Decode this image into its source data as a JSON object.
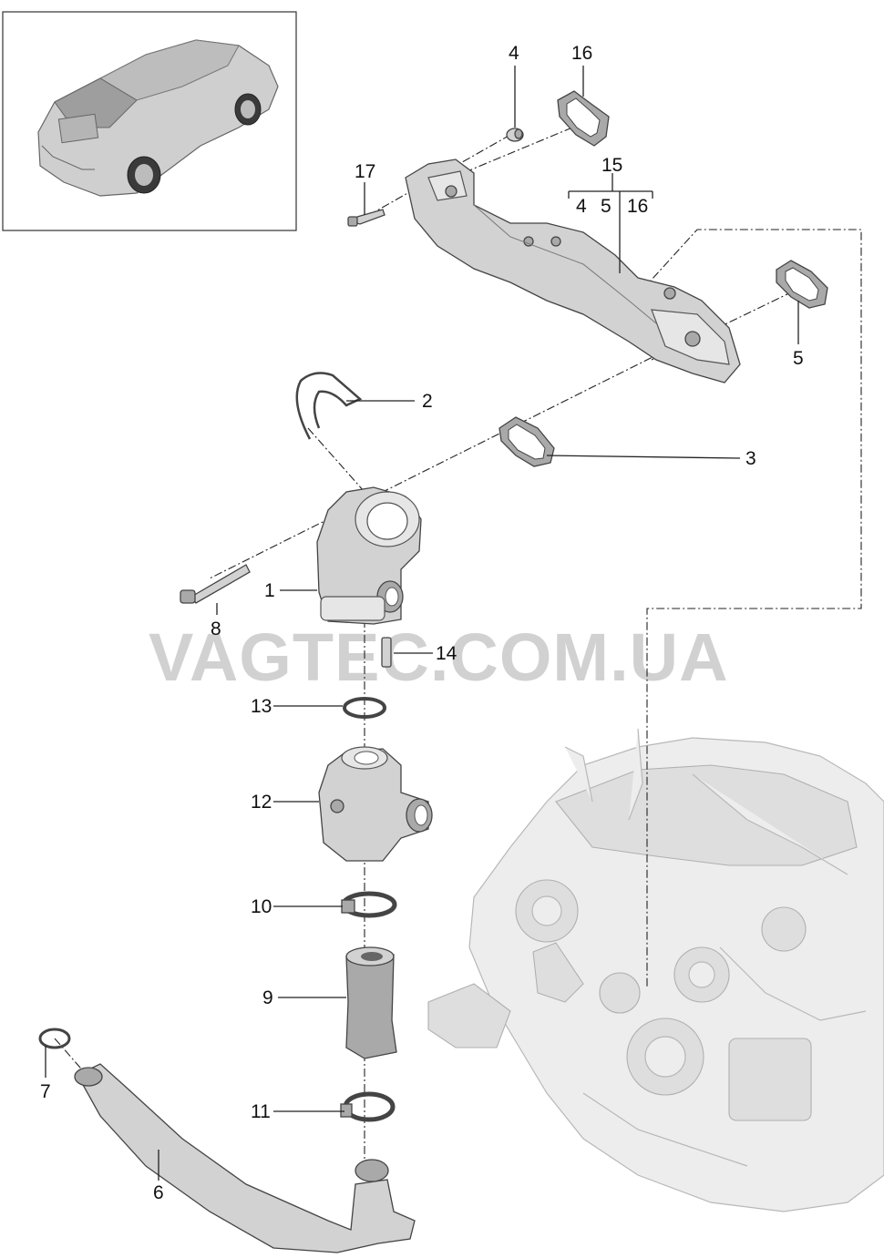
{
  "watermark": "VAGTEC.COM.UA",
  "callouts": {
    "c1": "1",
    "c2": "2",
    "c3": "3",
    "c4": "4",
    "c5": "5",
    "c6": "6",
    "c7": "7",
    "c8": "8",
    "c9": "9",
    "c10": "10",
    "c11": "11",
    "c12": "12",
    "c13": "13",
    "c14": "14",
    "c15": "15",
    "c16": "16",
    "c17": "17",
    "c15_sub4": "4",
    "c15_sub5": "5",
    "c15_sub16": "16"
  },
  "icons": {
    "car_thumbnail": "car-thumbnail-icon",
    "engine_background": "engine-illustration-icon"
  }
}
